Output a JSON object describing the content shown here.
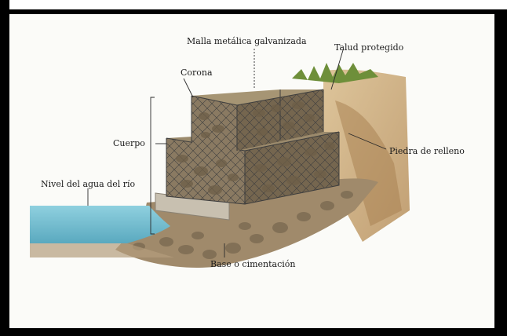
{
  "labels": {
    "malla": "Malla metálica galvanizada",
    "talud": "Talud protegido",
    "corona": "Corona",
    "cuerpo": "Cuerpo",
    "piedra": "Piedra de relleno",
    "nivel": "Nivel del agua del río",
    "base": "Base o cimentación"
  },
  "colors": {
    "water": "#7fc4d6",
    "stone": "#8a7a62",
    "mesh": "#3d3d3d",
    "soil": "#c9a774",
    "grass": "#6e8f3a"
  }
}
